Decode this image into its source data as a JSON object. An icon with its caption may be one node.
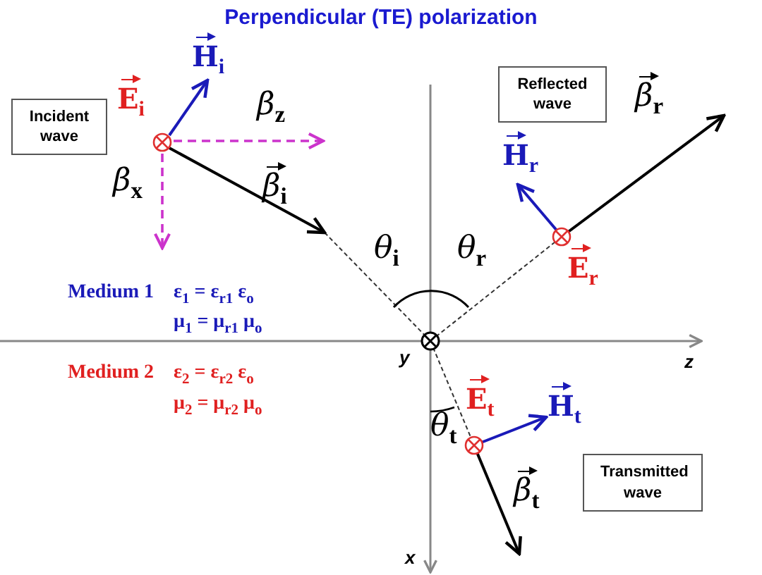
{
  "diagram": {
    "title": "Perpendicular (TE) polarization",
    "nodes": [
      {
        "text": [
          "Incident wave"
        ]
      },
      {
        "text": [
          "Reflected wave"
        ]
      },
      {
        "text": [
          "Transmitted wave"
        ]
      }
    ],
    "labels": [
      "H$_{i}$",
      "E$_{i}$",
      "β$_{z}$",
      "β$_{x}$",
      "β$_{i}$",
      "θ$_{i}$",
      "θ$_{r}$",
      "H$_{r}$",
      "β$_{r}$",
      "E$_{r}$",
      "Medium 1",
      "ε$_{1}$ = ε$_{r1}$ ε$_{o}$",
      "μ$_{1}$ = μ$_{r1}$ μ$_{o}$",
      "Medium 2",
      "ε$_{2}$ = ε$_{r2}$ ε$_{o}$",
      "μ$_{2}$ = μ$_{r2}$ μ$_{o}$",
      "y",
      "z",
      "θ$_{t}$",
      "E$_{t}$",
      "H$_{t}$",
      "β$_{t}$",
      "x"
    ]
  }
}
